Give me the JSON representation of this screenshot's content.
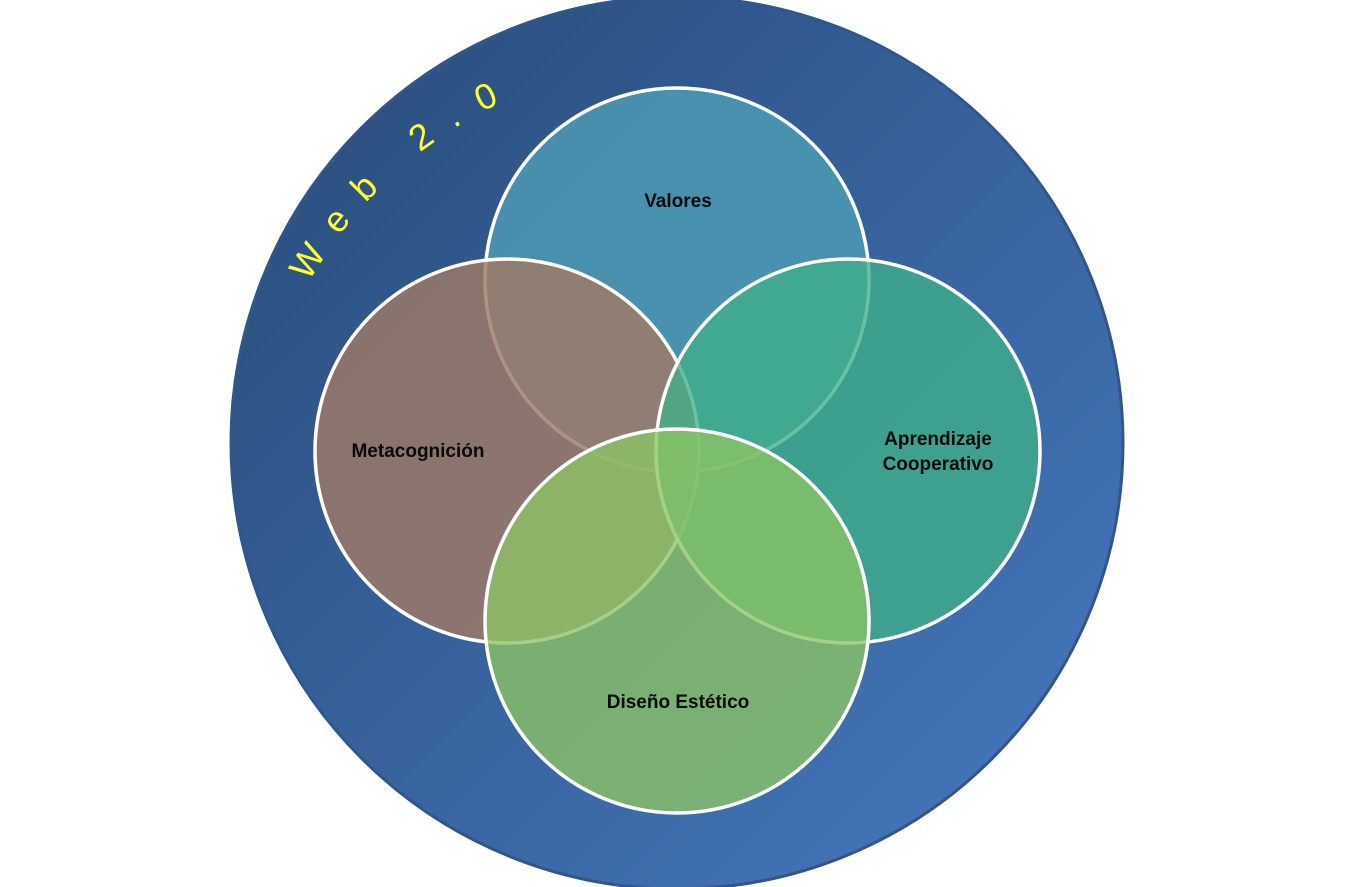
{
  "outer": {
    "label": "Web 2.0"
  },
  "circles": [
    {
      "id": "valores",
      "label_lines": [
        "Valores"
      ]
    },
    {
      "id": "metacognicion",
      "label_lines": [
        "Metacognición"
      ]
    },
    {
      "id": "aprendizaje",
      "label_lines": [
        "Aprendizaje",
        "Cooperativo"
      ]
    },
    {
      "id": "diseno",
      "label_lines": [
        "Diseño Estético"
      ]
    }
  ],
  "colors": {
    "outer_fill_dark": "#2c5282",
    "outer_fill_light": "#4474b8",
    "valores": "#4a90b0",
    "metacognicion": "#9a7a6c",
    "aprendizaje": "#3fb08e",
    "diseno": "#8cc060",
    "outline": "#ffffff",
    "outer_text": "#ffff33"
  }
}
